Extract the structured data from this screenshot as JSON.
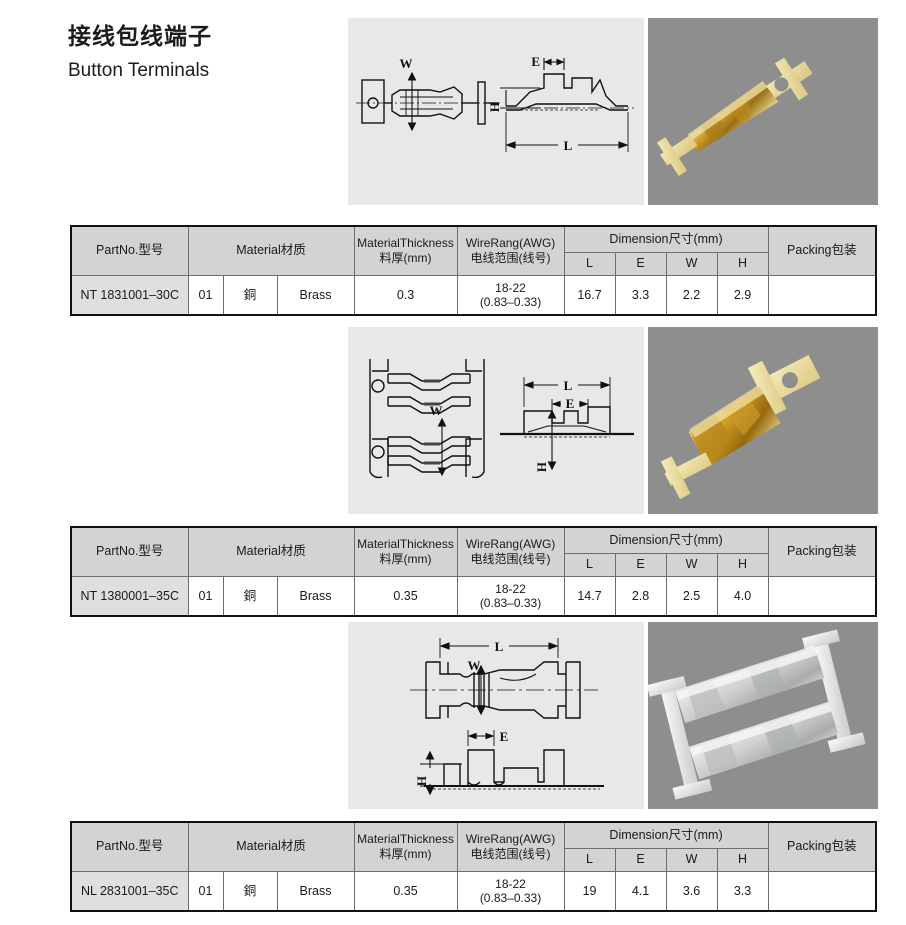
{
  "title": {
    "cn": "接线包线端子",
    "en": "Button Terminals"
  },
  "table_headers": {
    "part_no": "PartNo.型号",
    "material": "Material材质",
    "material_thickness_l1": "MaterialThickness",
    "material_thickness_l2": "料厚(mm)",
    "wire_range_l1": "WireRang(AWG)",
    "wire_range_l2": "电线范围(线号)",
    "dimension": "Dimension尺寸(mm)",
    "dim_l": "L",
    "dim_e": "E",
    "dim_w": "W",
    "dim_h": "H",
    "packing": "Packing包装"
  },
  "sections": [
    {
      "id": "section-1",
      "drawing_labels": {
        "l": "L",
        "e": "E",
        "h": "H"
      },
      "photo_finish": "brass",
      "row": {
        "part_no": "NT 1831001–30C",
        "material_code": "01",
        "material_cn": "銅",
        "material_en": "Brass",
        "material_en_align": "center",
        "thickness": "0.3",
        "wire_range_l1": "18-22",
        "wire_range_l2": "(0.83–0.33)",
        "dim_l": "16.7",
        "dim_e": "3.3",
        "dim_w": "2.2",
        "dim_h": "2.9",
        "packing": ""
      }
    },
    {
      "id": "section-2",
      "drawing_labels": {
        "l": "L",
        "e": "E",
        "h": "H"
      },
      "photo_finish": "brass",
      "row": {
        "part_no": "NT 1380001–35C",
        "material_code": "01",
        "material_cn": "銅",
        "material_en": "Brass",
        "material_en_align": "center",
        "thickness": "0.35",
        "wire_range_l1": "18-22",
        "wire_range_l2": "(0.83–0.33)",
        "dim_l": "14.7",
        "dim_e": "2.8",
        "dim_w": "2.5",
        "dim_h": "4.0",
        "packing": ""
      }
    },
    {
      "id": "section-3",
      "drawing_labels": {
        "l": "L",
        "e": "E",
        "h": "H"
      },
      "photo_finish": "tin",
      "row": {
        "part_no": "NL 2831001–35C",
        "material_code": "01",
        "material_cn": "銅",
        "material_en": "Brass",
        "material_en_align": "left",
        "thickness": "0.35",
        "wire_range_l1": "18-22",
        "wire_range_l2": "(0.83–0.33)",
        "dim_l": "19",
        "dim_e": "4.1",
        "dim_w": "3.6",
        "dim_h": "3.3",
        "packing": ""
      }
    }
  ],
  "colors": {
    "header_bg": "#d2d3d4",
    "partno_bg": "#dedfe0",
    "drawing_bg": "#e7e8ea",
    "photo_bg": "#8e8e8e",
    "brass": "#c79a23",
    "tin": "#cfd1d2",
    "line": "#111111"
  }
}
